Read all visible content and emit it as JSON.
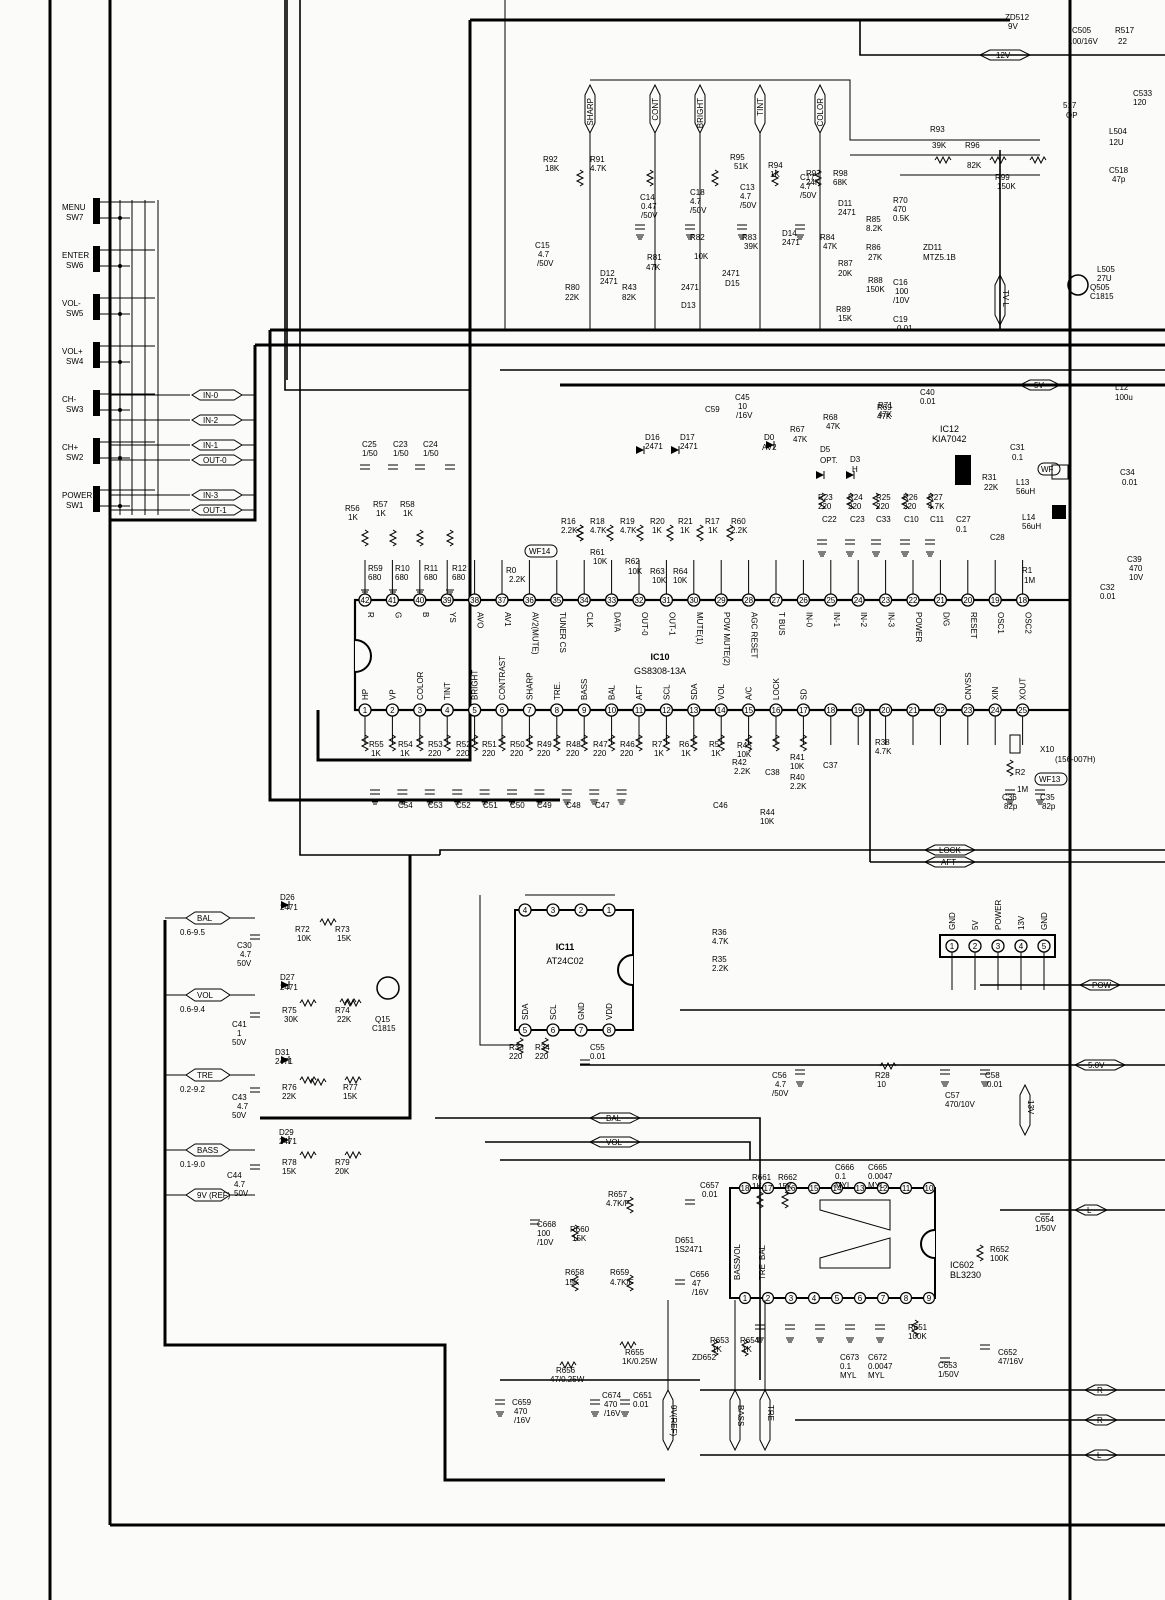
{
  "switches": [
    {
      "name": "MENU",
      "ref": "SW7"
    },
    {
      "name": "ENTER",
      "ref": "SW6"
    },
    {
      "name": "VOL-",
      "ref": "SW5"
    },
    {
      "name": "VOL+",
      "ref": "SW4"
    },
    {
      "name": "CH-",
      "ref": "SW3"
    },
    {
      "name": "CH+",
      "ref": "SW2"
    },
    {
      "name": "POWER",
      "ref": "SW1"
    }
  ],
  "key_lines": [
    "IN-0",
    "IN-2",
    "IN-1",
    "OUT-0",
    "IN-3",
    "OUT-1"
  ],
  "control_lines": [
    "SHARP",
    "CONT",
    "BRIGHT",
    "TINT",
    "COLOR"
  ],
  "ic10": {
    "ref": "IC10",
    "part": "GS8308-13A",
    "top_pins": [
      {
        "n": "42",
        "name": "R"
      },
      {
        "n": "41",
        "name": "G"
      },
      {
        "n": "40",
        "name": "B"
      },
      {
        "n": "39",
        "name": "YS"
      },
      {
        "n": "38",
        "name": "AVO"
      },
      {
        "n": "37",
        "name": "AV1"
      },
      {
        "n": "36",
        "name": "AV2(MUTE)"
      },
      {
        "n": "35",
        "name": "TUNER CS"
      },
      {
        "n": "34",
        "name": "CLK"
      },
      {
        "n": "33",
        "name": "DATA"
      },
      {
        "n": "32",
        "name": "OUT-0"
      },
      {
        "n": "31",
        "name": "OUT-1"
      },
      {
        "n": "30",
        "name": "MUTE(1)"
      },
      {
        "n": "29",
        "name": "POW MUTE(2)"
      },
      {
        "n": "28",
        "name": "AGC RESET"
      },
      {
        "n": "27",
        "name": "T BUS"
      },
      {
        "n": "26",
        "name": "IN-0"
      },
      {
        "n": "25",
        "name": "IN-1"
      },
      {
        "n": "24",
        "name": "IN-2"
      },
      {
        "n": "23",
        "name": "IN-3"
      },
      {
        "n": "22",
        "name": "POWER"
      },
      {
        "n": "21",
        "name": "D/G"
      },
      {
        "n": "20",
        "name": "RESET"
      },
      {
        "n": "19",
        "name": "OSC1"
      },
      {
        "n": "18",
        "name": "OSC2"
      }
    ],
    "bottom_pins": [
      {
        "n": "1",
        "name": "HP"
      },
      {
        "n": "2",
        "name": "VP"
      },
      {
        "n": "3",
        "name": "COLOR"
      },
      {
        "n": "4",
        "name": "TINT"
      },
      {
        "n": "5",
        "name": "BRIGHT"
      },
      {
        "n": "6",
        "name": "CONTRAST"
      },
      {
        "n": "7",
        "name": "SHARP"
      },
      {
        "n": "8",
        "name": "TRE."
      },
      {
        "n": "9",
        "name": "BASS"
      },
      {
        "n": "10",
        "name": "BAL"
      },
      {
        "n": "11",
        "name": "AFT"
      },
      {
        "n": "12",
        "name": "SCL"
      },
      {
        "n": "13",
        "name": "SDA"
      },
      {
        "n": "14",
        "name": "VOL"
      },
      {
        "n": "15",
        "name": "A/C"
      },
      {
        "n": "16",
        "name": "LOCK"
      },
      {
        "n": "17",
        "name": "SD"
      },
      {
        "n": "18",
        "name": ""
      },
      {
        "n": "19",
        "name": ""
      },
      {
        "n": "20",
        "name": ""
      },
      {
        "n": "21",
        "name": ""
      },
      {
        "n": "22",
        "name": ""
      },
      {
        "n": "23",
        "name": "CNVSS"
      },
      {
        "n": "24",
        "name": "XIN"
      },
      {
        "n": "25",
        "name": "XOUT"
      }
    ]
  },
  "ic11": {
    "ref": "IC11",
    "part": "AT24C02",
    "top_pins": [
      "4",
      "3",
      "2",
      "1"
    ],
    "bottom_pins": [
      {
        "n": "5",
        "name": "SDA"
      },
      {
        "n": "6",
        "name": "SCL"
      },
      {
        "n": "7",
        "name": "GND"
      },
      {
        "n": "8",
        "name": "VDD"
      }
    ]
  },
  "ic12": {
    "ref": "IC12",
    "part": "KIA7042"
  },
  "ic602": {
    "ref": "IC602",
    "part": "BL3230"
  },
  "connector": {
    "pins": [
      "1",
      "2",
      "3",
      "4",
      "5"
    ],
    "labels": [
      "GND",
      "5V",
      "POWER",
      "13V",
      "GND"
    ]
  },
  "rails": {
    "v12": "12V",
    "v5": "5V",
    "tvl": "TV L",
    "lock": "LOCK",
    "aft": "AFT",
    "pow": "POW",
    "v5b": "5.0V",
    "bal": "BAL",
    "vol": "VOL",
    "l": "L",
    "r": "R",
    "v13": "13V"
  },
  "audio_ctrl": [
    {
      "tag": "BAL",
      "range": "0.6-9.5"
    },
    {
      "tag": "VOL",
      "range": "0.6-9.4"
    },
    {
      "tag": "TRE",
      "range": "0.2-9.2"
    },
    {
      "tag": "BASS",
      "range": "0.1-9.0"
    },
    {
      "tag": "9V (REF)",
      "range": ""
    }
  ],
  "bottom_labels": [
    "9V(REF)",
    "BASS",
    "TRE"
  ],
  "wf_tags": [
    "WF14",
    "WF13",
    "WF"
  ],
  "components": {
    "c14": "C14",
    "c14v": "0.47",
    "c14r": "/50V",
    "c18": "C18",
    "c18v": "4.7",
    "c18r": "/50V",
    "c13": "C13",
    "c13v": "4.7",
    "c13r": "/50V",
    "c17": "C17",
    "c17v": "4.7",
    "c17r": "/50V",
    "c15": "C15",
    "c15v": "4.7",
    "c15r": "/50V",
    "r92": "R92",
    "r92v": "18K",
    "r91": "R91",
    "r91v": "4.7K",
    "r95": "R95",
    "r95v": "51K",
    "r94": "R94",
    "r94v": "1K",
    "r97": "R97",
    "r97v": "24K",
    "r98": "R98",
    "r98v": "68K",
    "r70": "R70",
    "r70v": "470",
    "r70r": "0.5K",
    "r93": "R93",
    "r93v": "39K",
    "r96": "R96",
    "r96v": "82K",
    "r99": "R99",
    "r99v": "150K",
    "r83": "R83",
    "r83v": "39K",
    "r84": "R84",
    "r84v": "47K",
    "r85": "R85",
    "r85v": "8.2K",
    "r86": "R86",
    "r86v": "27K",
    "r87": "R87",
    "r87v": "20K",
    "r88": "R88",
    "r88v": "150K",
    "r89": "R89",
    "r89v": "15K",
    "r80": "R80",
    "r80v": "22K",
    "r81": "R81",
    "r81v": "47K",
    "r82": "R82",
    "r82v": "10K",
    "r43": "R43",
    "r43v": "82K",
    "d11": "D11",
    "d11v": "2471",
    "d12": "D12",
    "d12v": "2471",
    "d13": "D13",
    "d13v": "2471",
    "d14": "D14",
    "d14v": "2471",
    "d15": "D15",
    "d15v": "2471",
    "zd11": "ZD11",
    "zd11v": "MTZ5.1B",
    "c16": "C16",
    "c16v": "100",
    "c16r": "/10V",
    "c19": "C19",
    "c19v": "0.01",
    "q505": "Q505",
    "q505v": "C1815",
    "l505": "L505",
    "l505v": "27U",
    "l504": "L504",
    "l504v": "12U",
    "c518": "C518",
    "c518v": "47p",
    "zd512": "ZD512",
    "zd512v": "9V",
    "c40": "C40",
    "c40v": "0.01",
    "l12": "L12",
    "l12v": "100u",
    "c45": "C45",
    "c45v": "10",
    "c45r": "/16V",
    "c59": "C59",
    "d16": "D16",
    "d16v": "2471",
    "d17": "D17",
    "d17v": "2471",
    "d0": "D0",
    "d0v": "AV2",
    "d5": "D5",
    "d5v": "OPT.",
    "d3": "D3",
    "d3v": "H",
    "r71": "R71",
    "r71v": "47K",
    "r68": "R68",
    "r68v": "47K",
    "r69": "R69",
    "r69v": "47K",
    "r67": "R67",
    "r67v": "47K",
    "c31": "C31",
    "c31v": "0.1",
    "c34": "C34",
    "c34v": "0.01",
    "r31": "R31",
    "r31v": "22K",
    "l13": "L13",
    "l13v": "56uH",
    "l14": "L14",
    "l14v": "56uH",
    "c39": "C39",
    "c39v": "470",
    "c39r": "10V",
    "c32": "C32",
    "c32v": "0.01",
    "r1": "R1",
    "r1v": "1M",
    "c25": "C25",
    "c25v": "1/50",
    "c23": "C23",
    "c23v": "1/50",
    "c24": "C24",
    "c24v": "1/50",
    "r56": "R56",
    "r56v": "1K",
    "r57": "R57",
    "r57v": "1K",
    "r58": "R58",
    "r58v": "1K",
    "r59": "R59",
    "r59v": "680",
    "r10": "R10",
    "r10v": "680",
    "r11": "R11",
    "r11v": "680",
    "r12": "R12",
    "r12v": "680",
    "r0": "R0",
    "r0v": "2.2K",
    "r16": "R16",
    "r16v": "2.2K",
    "r18": "R18",
    "r18v": "4.7K",
    "r19": "R19",
    "r19v": "4.7K",
    "r20": "R20",
    "r20v": "1K",
    "r21": "R21",
    "r21v": "1K",
    "r17": "R17",
    "r17v": "1K",
    "r60": "R60",
    "r60v": "2.2K",
    "r61": "R61",
    "r61v": "10K",
    "r62": "R62",
    "r62v": "10K",
    "r63": "R63",
    "r63v": "10K",
    "r64": "R64",
    "r64v": "10K",
    "r23": "R23",
    "r23v": "220",
    "r24": "R24",
    "r24v": "220",
    "r25": "R25",
    "r25v": "220",
    "r26": "R26",
    "r26v": "220",
    "r27": "R27",
    "r27v": "4.7K",
    "c22": "C22",
    "c23b": "C23",
    "c33": "C33",
    "c10": "C10",
    "c11": "C11",
    "c27": "C27",
    "c27v": "0.1",
    "c28": "C28",
    "r55": "R55",
    "r55v": "1K",
    "r54": "R54",
    "r54v": "1K",
    "r53": "R53",
    "r53v": "220",
    "r52": "R52",
    "r52v": "220",
    "r51": "R51",
    "r51v": "220",
    "r50": "R50",
    "r50v": "220",
    "r49": "R49",
    "r49v": "220",
    "r48": "R48",
    "r48v": "220",
    "r47": "R47",
    "r47v": "220",
    "r46": "R46",
    "r46v": "220",
    "r7": "R7",
    "r7v": "1K",
    "r6": "R6",
    "r6v": "1K",
    "r5": "R5",
    "r5v": "1K",
    "r45": "R45",
    "r45v": "10K",
    "r42": "R42",
    "r42v": "2.2K",
    "r41": "R41",
    "r41v": "10K",
    "r40": "R40",
    "r40v": "2.2K",
    "r44": "R44",
    "r44v": "10K",
    "r38": "R38",
    "r38v": "4.7K",
    "c54": "C54",
    "c53": "C53",
    "c52": "C52",
    "c51": "C51",
    "c50": "C50",
    "c49": "C49",
    "c48": "C48",
    "c47": "C47",
    "c46": "C46",
    "c38": "C38",
    "c37": "C37",
    "x10": "X10",
    "x10v": "(156-007H)",
    "r2": "R2",
    "r2v": "1M",
    "c36": "C36",
    "c36v": "82p",
    "c35": "C35",
    "c35v": "82p",
    "d26": "D26",
    "d26v": "2471",
    "r72": "R72",
    "r72v": "10K",
    "r73": "R73",
    "r73v": "15K",
    "c30": "C30",
    "c30v": "4.7",
    "c30r": "50V",
    "d27": "D27",
    "d27v": "2471",
    "r75": "R75",
    "r75v": "30K",
    "r74": "R74",
    "r74v": "22K",
    "c41": "C41",
    "c41v": "1",
    "c41r": "50V",
    "q15": "Q15",
    "q15v": "C1815",
    "d31": "D31",
    "d31v": "2471",
    "r76": "R76",
    "r76v": "22K",
    "r77": "R77",
    "r77v": "15K",
    "c43": "C43",
    "c43v": "4.7",
    "c43r": "50V",
    "d29": "D29",
    "d29v": "2471",
    "r78": "R78",
    "r78v": "15K",
    "r79": "R79",
    "r79v": "20K",
    "c44": "C44",
    "c44v": "4.7",
    "c44r": "50V",
    "r36": "R36",
    "r36v": "4.7K",
    "r35": "R35",
    "r35v": "2.2K",
    "r33": "R33",
    "r33v": "220",
    "r34": "R34",
    "r34v": "220",
    "c55": "C55",
    "c55v": "0.01",
    "c56": "C56",
    "c56v": "4.7",
    "c56r": "/50V",
    "r28": "R28",
    "r28v": "10",
    "c57": "C57",
    "c57v": "470/10V",
    "c58": "C58",
    "c58v": "0.01",
    "r657": "R657",
    "r657v": "4.7K/F",
    "c657": "C657",
    "c657v": "0.01",
    "r661": "R661",
    "r661v": "1K",
    "r662": "R662",
    "r662v": "15K",
    "c666": "C666",
    "c666v": "0.1",
    "c666r": "MYL",
    "c665": "C665",
    "c665v": "0.0047",
    "c665r": "MYL",
    "c668": "C668",
    "c668v": "100",
    "c668r": "/10V",
    "r660": "R660",
    "r660v": "15K",
    "d651": "D651",
    "d651v": "1S2471",
    "c656": "C656",
    "c656v": "47",
    "c656r": "/16V",
    "r658": "R658",
    "r658v": "15K",
    "r659": "R659",
    "r659v": "4.7K/F",
    "r652": "R652",
    "r652v": "100K",
    "c654": "C654",
    "c654v": "1/50V",
    "r651": "R651",
    "r651v": "100K",
    "r653": "R653",
    "r653v": "1K",
    "r654": "R654",
    "r654v": "1K",
    "r655": "R655",
    "r655v": "1K/0.25W",
    "zd652": "ZD652",
    "r656": "R656",
    "r656v": "47/0.25W",
    "c673": "C673",
    "c673v": "0.1",
    "c673r": "MYL",
    "c672": "C672",
    "c672v": "0.0047",
    "c672r": "MYL",
    "c653": "C653",
    "c653v": "1/50V",
    "c652": "C652",
    "c652v": "47/16V",
    "c659": "C659",
    "c659v": "470",
    "c659r": "/16V",
    "c674": "C674",
    "c674v": "470",
    "c674r": "/16V",
    "c651": "C651",
    "c651v": "0.01",
    "c505": "C505",
    "c505v": "100/16V",
    "r517": "R517",
    "r517v": "22",
    "p17": "517",
    "p17v": "OP",
    "c533": "C533",
    "c533v": "120"
  },
  "amp_pins": [
    "VOL",
    "BAL",
    "BASS",
    "TRE"
  ]
}
